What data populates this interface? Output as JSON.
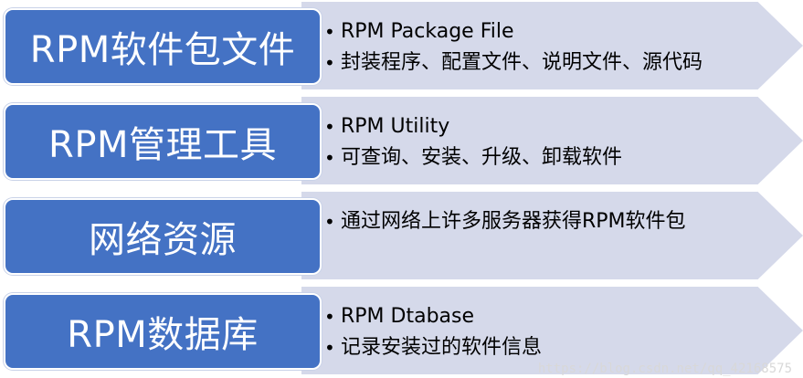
{
  "rows": [
    {
      "title": "RPM软件包文件",
      "bullets": [
        "RPM Package File",
        "封装程序、配置文件、说明文件、源代码"
      ]
    },
    {
      "title": "RPM管理工具",
      "bullets": [
        "RPM Utility",
        "可查询、安装、升级、卸载软件"
      ]
    },
    {
      "title": "网络资源",
      "bullets": [
        "通过网络上许多服务器获得RPM软件包"
      ]
    },
    {
      "title": "RPM数据库",
      "bullets": [
        "RPM Dtabase",
        "记录安装过的软件信息"
      ]
    }
  ],
  "watermark": "https://blog.csdn.net/qq_42168575",
  "colors": {
    "box": "#4472c4",
    "arrow": "#d5d9ea"
  }
}
